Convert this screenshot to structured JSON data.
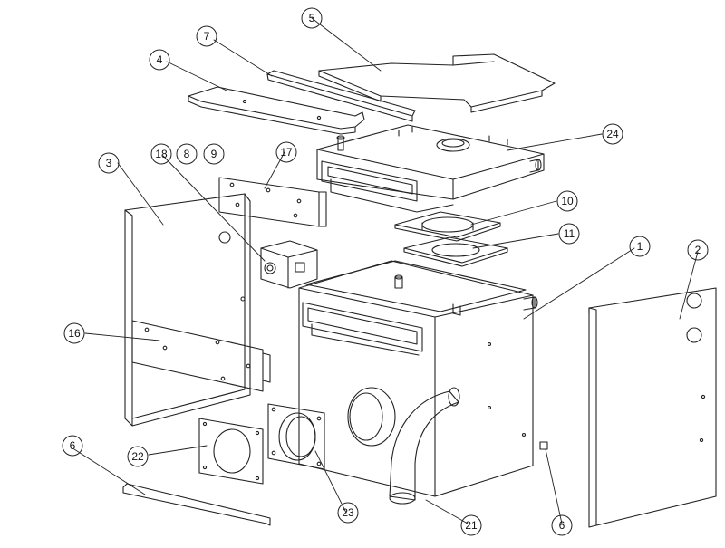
{
  "callouts": [
    {
      "id": "c1",
      "label": "1"
    },
    {
      "id": "c2",
      "label": "2"
    },
    {
      "id": "c3",
      "label": "3"
    },
    {
      "id": "c4",
      "label": "4"
    },
    {
      "id": "c5",
      "label": "5"
    },
    {
      "id": "c6a",
      "label": "6"
    },
    {
      "id": "c6b",
      "label": "6"
    },
    {
      "id": "c7",
      "label": "7"
    },
    {
      "id": "c8",
      "label": "8"
    },
    {
      "id": "c9",
      "label": "9"
    },
    {
      "id": "c10",
      "label": "10"
    },
    {
      "id": "c11",
      "label": "11"
    },
    {
      "id": "c16",
      "label": "16"
    },
    {
      "id": "c17",
      "label": "17"
    },
    {
      "id": "c18",
      "label": "18"
    },
    {
      "id": "c21",
      "label": "21"
    },
    {
      "id": "c22",
      "label": "22"
    },
    {
      "id": "c23",
      "label": "23"
    },
    {
      "id": "c24",
      "label": "24"
    }
  ],
  "colors": {
    "line": "#222222",
    "background": "#ffffff"
  }
}
